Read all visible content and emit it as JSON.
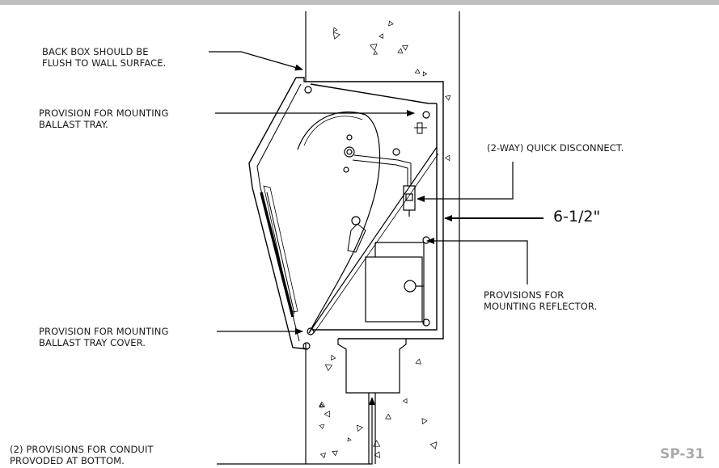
{
  "callouts": {
    "back_box": [
      "BACK BOX SHOULD BE",
      "FLUSH TO WALL SURFACE."
    ],
    "ballast_tray": [
      "PROVISION FOR MOUNTING",
      "BALLAST TRAY."
    ],
    "quick_disconnect": [
      "(2-WAY) QUICK DISCONNECT."
    ],
    "reflector": [
      "PROVISIONS FOR",
      "MOUNTING REFLECTOR."
    ],
    "tray_cover": [
      "PROVISION FOR MOUNTING",
      "BALLAST TRAY COVER."
    ],
    "conduit": [
      "(2) PROVISIONS FOR CONDUIT",
      "PROVODED AT BOTTOM."
    ]
  },
  "dimension": "6-1/2\"",
  "sheet_code": "SP-31",
  "colors": {
    "ink": "#1a1a1a",
    "sheet_code": "#a9a9a9",
    "top_rule": "#bfbfbf"
  }
}
